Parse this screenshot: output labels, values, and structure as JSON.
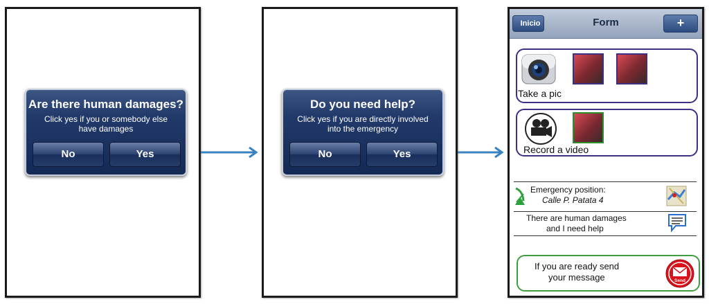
{
  "screen1": {
    "dialog": {
      "title": "Are there human damages?",
      "message_line1": "Click yes if you or somebody else",
      "message_line2": "have damages",
      "no_label": "No",
      "yes_label": "Yes"
    }
  },
  "screen2": {
    "dialog": {
      "title": "Do you need help?",
      "message_line1": "Click yes if you are directly involved",
      "message_line2": "into the emergency",
      "no_label": "No",
      "yes_label": "Yes"
    }
  },
  "screen3": {
    "navbar": {
      "back_label": "Inicio",
      "title": "Form",
      "add_label": "+"
    },
    "pic_card": {
      "label": "Take a pic",
      "icon": "camera-icon"
    },
    "video_card": {
      "label": "Record a video",
      "icon": "video-camera-icon"
    },
    "position": {
      "label": "Emergency position:",
      "value": "Calle P. Patata 4",
      "icon": "satellite-dish-icon",
      "map_icon": "map-icon"
    },
    "summary": {
      "line1": "There are human damages",
      "line2": "and  I need help",
      "icon": "message-bubble-icon"
    },
    "send": {
      "line1": "If you are ready send",
      "line2": "your message",
      "button_label": "Send"
    }
  },
  "colors": {
    "dialog": "#1f3666",
    "arrow": "#3a83c0",
    "card_border": "#3c2f84",
    "send_border": "#3f9e3f",
    "send_button": "#d9121b"
  }
}
